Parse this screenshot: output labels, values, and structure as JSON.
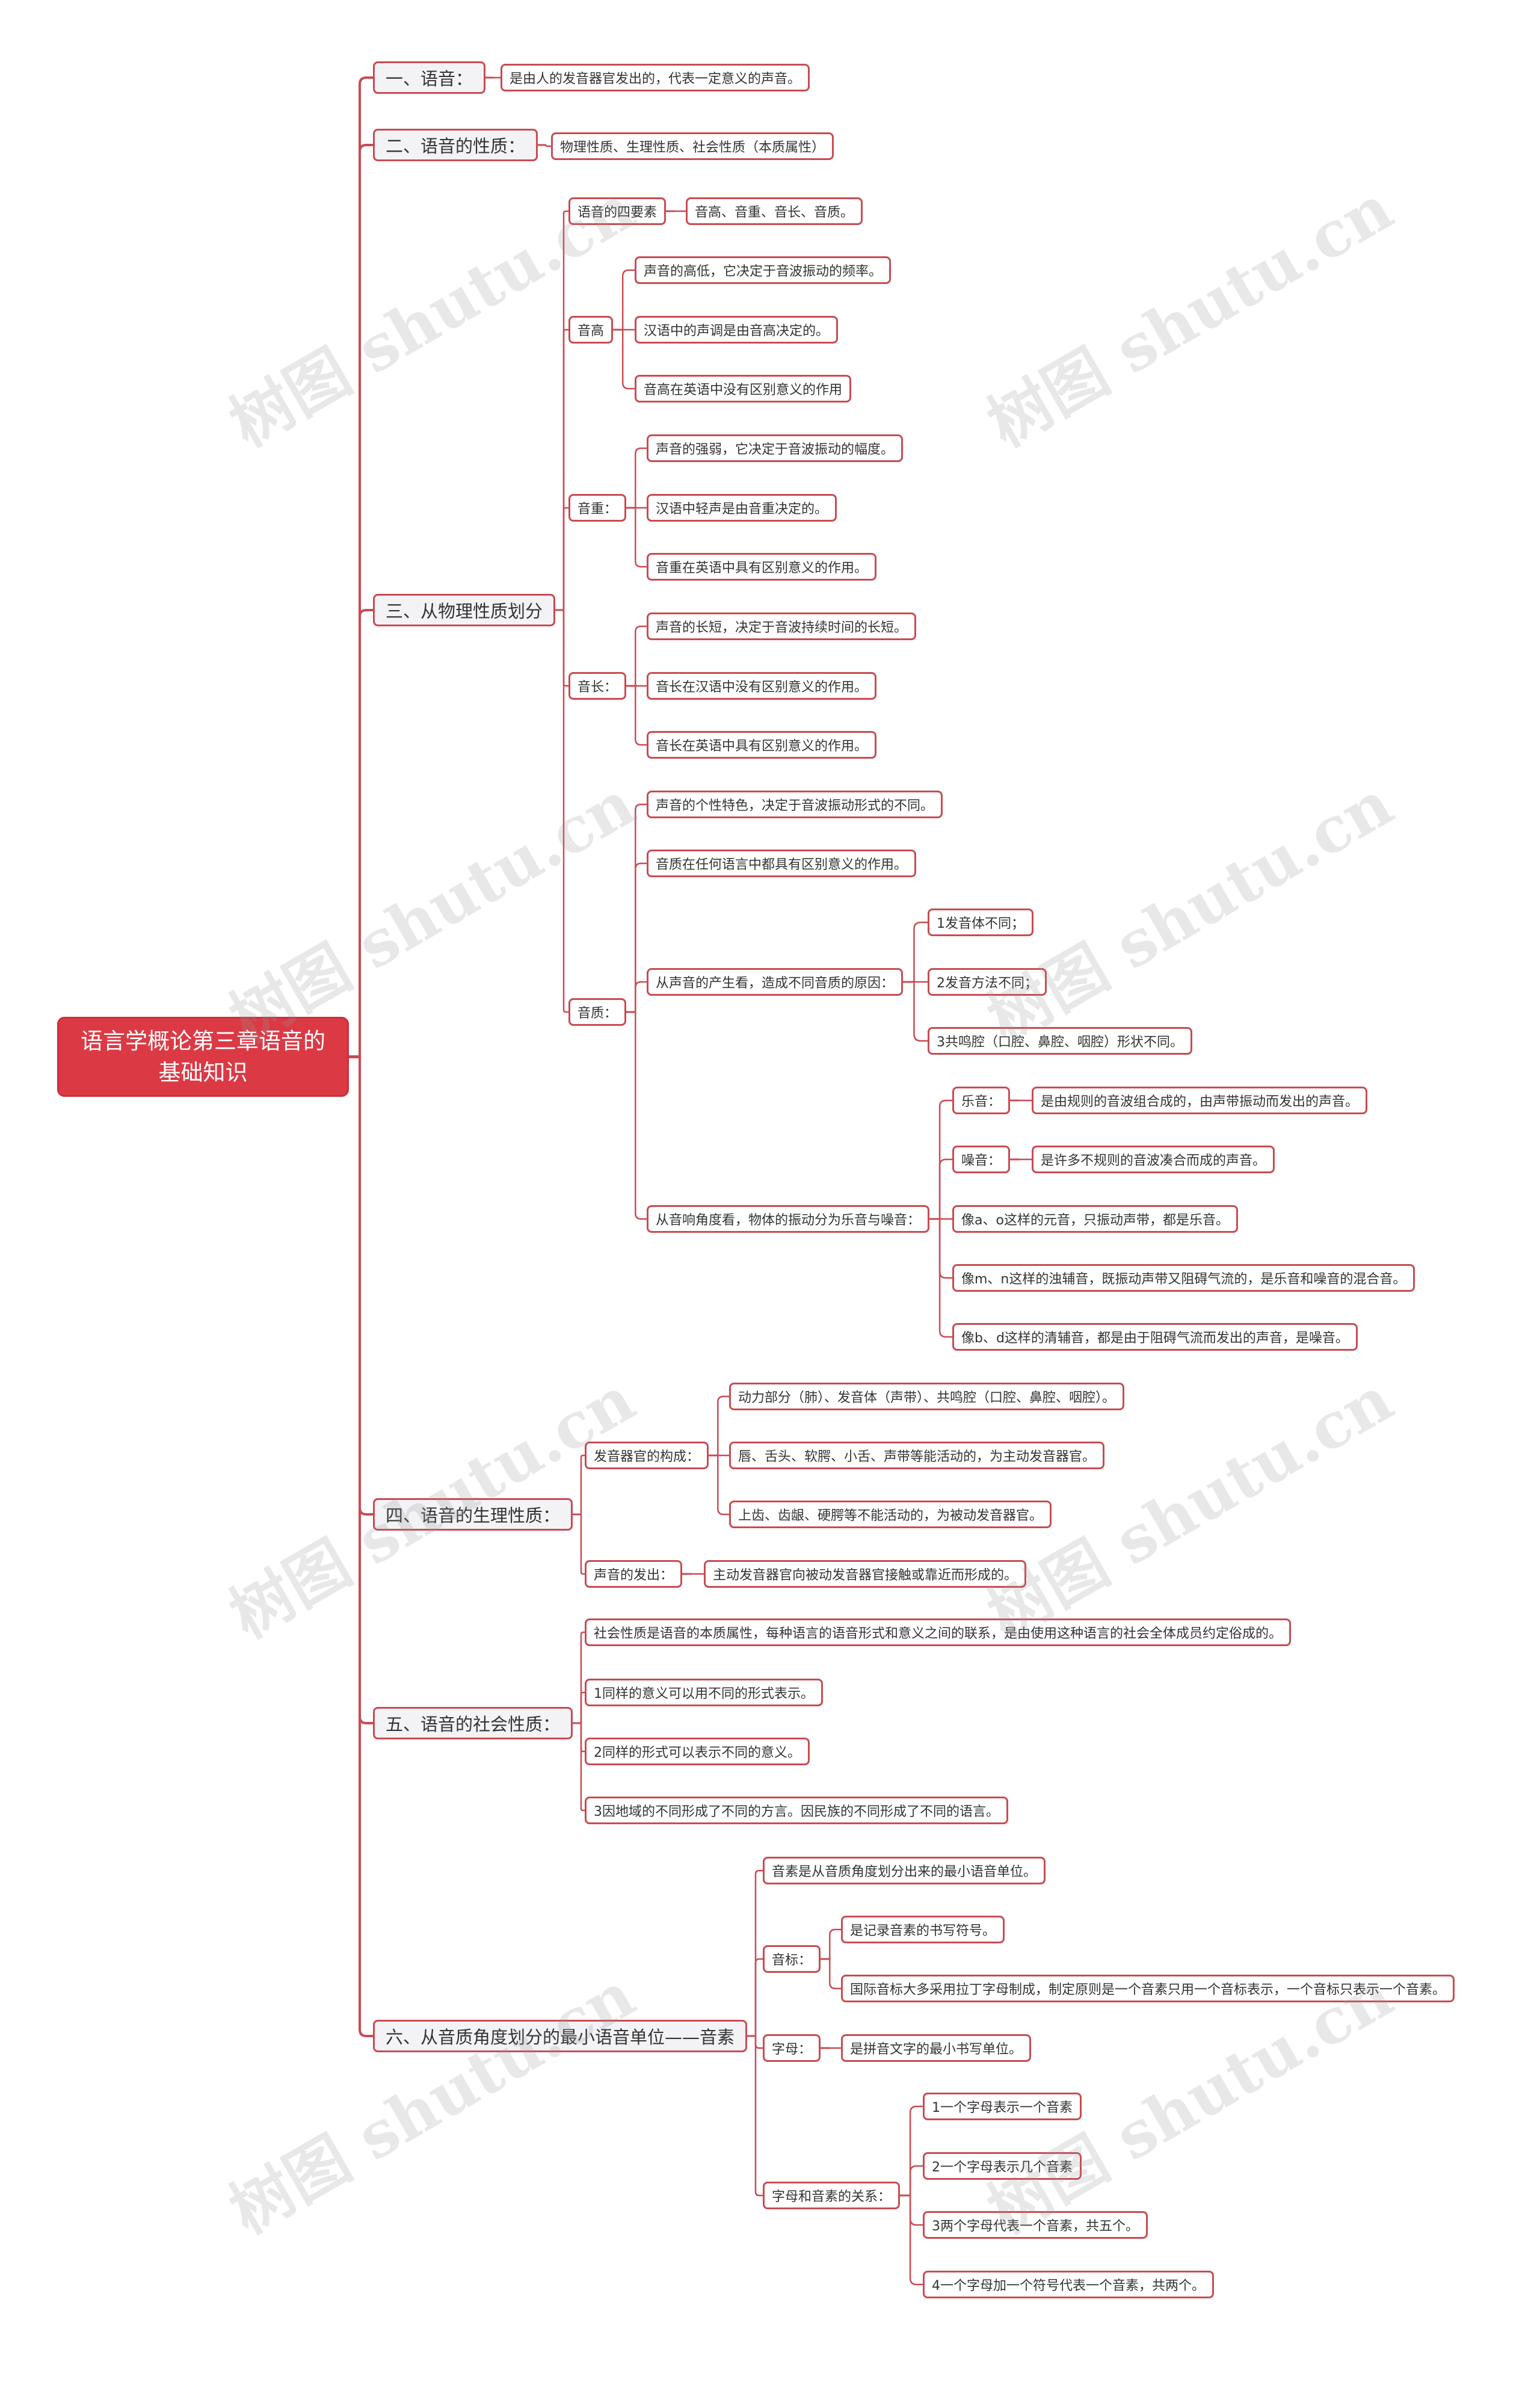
{
  "root": {
    "line1": "语言学概论第三章语音的",
    "line2": "基础知识"
  },
  "nodes": [
    {
      "id": "s1",
      "parent": "root",
      "text": "一、语音："
    },
    {
      "id": "s1a",
      "parent": "s1",
      "text": "是由人的发音器官发出的，代表一定意义的声音。"
    },
    {
      "id": "s2",
      "parent": "root",
      "text": "二、语音的性质："
    },
    {
      "id": "s2a",
      "parent": "s2",
      "text": "物理性质、生理性质、社会性质（本质属性）"
    },
    {
      "id": "s3",
      "parent": "root",
      "text": "三、从物理性质划分"
    },
    {
      "id": "s3a",
      "parent": "s3",
      "text": "语音的四要素"
    },
    {
      "id": "s3a1",
      "parent": "s3a",
      "text": "音高、音重、音长、音质。"
    },
    {
      "id": "s3b",
      "parent": "s3",
      "text": "音高"
    },
    {
      "id": "s3b1",
      "parent": "s3b",
      "text": "声音的高低，它决定于音波振动的频率。"
    },
    {
      "id": "s3b2",
      "parent": "s3b",
      "text": "汉语中的声调是由音高决定的。"
    },
    {
      "id": "s3b3",
      "parent": "s3b",
      "text": "音高在英语中没有区别意义的作用"
    },
    {
      "id": "s3c",
      "parent": "s3",
      "text": "音重："
    },
    {
      "id": "s3c1",
      "parent": "s3c",
      "text": "声音的强弱，它决定于音波振动的幅度。"
    },
    {
      "id": "s3c2",
      "parent": "s3c",
      "text": "汉语中轻声是由音重决定的。"
    },
    {
      "id": "s3c3",
      "parent": "s3c",
      "text": "音重在英语中具有区别意义的作用。"
    },
    {
      "id": "s3d",
      "parent": "s3",
      "text": "音长："
    },
    {
      "id": "s3d1",
      "parent": "s3d",
      "text": "声音的长短，决定于音波持续时间的长短。"
    },
    {
      "id": "s3d2",
      "parent": "s3d",
      "text": "音长在汉语中没有区别意义的作用。"
    },
    {
      "id": "s3d3",
      "parent": "s3d",
      "text": "音长在英语中具有区别意义的作用。"
    },
    {
      "id": "s3e",
      "parent": "s3",
      "text": "音质："
    },
    {
      "id": "s3e1",
      "parent": "s3e",
      "text": "声音的个性特色，决定于音波振动形式的不同。"
    },
    {
      "id": "s3e2",
      "parent": "s3e",
      "text": "音质在任何语言中都具有区别意义的作用。"
    },
    {
      "id": "s3e3",
      "parent": "s3e",
      "text": "从声音的产生看，造成不同音质的原因："
    },
    {
      "id": "s3e3a",
      "parent": "s3e3",
      "text": "1发音体不同；"
    },
    {
      "id": "s3e3b",
      "parent": "s3e3",
      "text": "2发音方法不同；"
    },
    {
      "id": "s3e3c",
      "parent": "s3e3",
      "text": "3共鸣腔（口腔、鼻腔、咽腔）形状不同。"
    },
    {
      "id": "s3e4",
      "parent": "s3e",
      "text": "从音响角度看，物体的振动分为乐音与噪音："
    },
    {
      "id": "s3e4a",
      "parent": "s3e4",
      "text": "乐音："
    },
    {
      "id": "s3e4a1",
      "parent": "s3e4a",
      "text": "是由规则的音波组合成的，由声带振动而发出的声音。"
    },
    {
      "id": "s3e4b",
      "parent": "s3e4",
      "text": "噪音："
    },
    {
      "id": "s3e4b1",
      "parent": "s3e4b",
      "text": "是许多不规则的音波凑合而成的声音。"
    },
    {
      "id": "s3e4c",
      "parent": "s3e4",
      "text": "像a、o这样的元音，只振动声带，都是乐音。"
    },
    {
      "id": "s3e4d",
      "parent": "s3e4",
      "text": "像m、n这样的浊辅音，既振动声带又阻碍气流的，是乐音和噪音的混合音。"
    },
    {
      "id": "s3e4e",
      "parent": "s3e4",
      "text": "像b、d这样的清辅音，都是由于阻碍气流而发出的声音，是噪音。"
    },
    {
      "id": "s4",
      "parent": "root",
      "text": "四、语音的生理性质："
    },
    {
      "id": "s4a",
      "parent": "s4",
      "text": "发音器官的构成："
    },
    {
      "id": "s4a1",
      "parent": "s4a",
      "text": "动力部分（肺）、发音体（声带）、共鸣腔（口腔、鼻腔、咽腔）。"
    },
    {
      "id": "s4a2",
      "parent": "s4a",
      "text": "唇、舌头、软腭、小舌、声带等能活动的，为主动发音器官。"
    },
    {
      "id": "s4a3",
      "parent": "s4a",
      "text": "上齿、齿龈、硬腭等不能活动的，为被动发音器官。"
    },
    {
      "id": "s4b",
      "parent": "s4",
      "text": "声音的发出："
    },
    {
      "id": "s4b1",
      "parent": "s4b",
      "text": "主动发音器官向被动发音器官接触或靠近而形成的。"
    },
    {
      "id": "s5",
      "parent": "root",
      "text": "五、语音的社会性质："
    },
    {
      "id": "s5a",
      "parent": "s5",
      "text": "社会性质是语音的本质属性，每种语言的语音形式和意义之间的联系，是由使用这种语言的社会全体成员约定俗成的。"
    },
    {
      "id": "s5b",
      "parent": "s5",
      "text": "1同样的意义可以用不同的形式表示。"
    },
    {
      "id": "s5c",
      "parent": "s5",
      "text": "2同样的形式可以表示不同的意义。"
    },
    {
      "id": "s5d",
      "parent": "s5",
      "text": "3因地域的不同形成了不同的方言。因民族的不同形成了不同的语言。"
    },
    {
      "id": "s6",
      "parent": "root",
      "text": "六、从音质角度划分的最小语音单位——音素"
    },
    {
      "id": "s6a",
      "parent": "s6",
      "text": "音素是从音质角度划分出来的最小语音单位。"
    },
    {
      "id": "s6b",
      "parent": "s6",
      "text": "音标："
    },
    {
      "id": "s6b1",
      "parent": "s6b",
      "text": "是记录音素的书写符号。"
    },
    {
      "id": "s6b2",
      "parent": "s6b",
      "text": "国际音标大多采用拉丁字母制成，制定原则是一个音素只用一个音标表示，一个音标只表示一个音素。"
    },
    {
      "id": "s6c",
      "parent": "s6",
      "text": "字母："
    },
    {
      "id": "s6c1",
      "parent": "s6c",
      "text": "是拼音文字的最小书写单位。"
    },
    {
      "id": "s6d",
      "parent": "s6",
      "text": "字母和音素的关系："
    },
    {
      "id": "s6d1",
      "parent": "s6d",
      "text": "1一个字母表示一个音素"
    },
    {
      "id": "s6d2",
      "parent": "s6d",
      "text": "2一个字母表示几个音素"
    },
    {
      "id": "s6d3",
      "parent": "s6d",
      "text": "3两个字母代表一个音素，共五个。"
    },
    {
      "id": "s6d4",
      "parent": "s6d",
      "text": "4一个字母加一个符号代表一个音素，共两个。"
    }
  ],
  "watermark": "树图 shutu.cn",
  "colors": {
    "root_fill": "#db3a45",
    "line": "#c94b53",
    "l1_fill": "#f3f3f6"
  }
}
